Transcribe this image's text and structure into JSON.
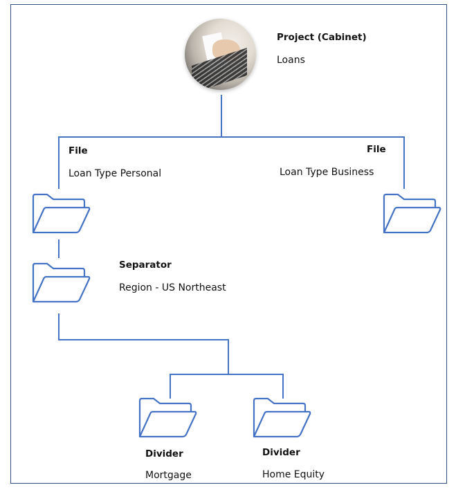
{
  "diagram": {
    "root": {
      "title": "Project (Cabinet)",
      "subtitle": "Loans",
      "icon": "photo-avatar"
    },
    "level1": [
      {
        "title": "File",
        "subtitle": "Loan Type Personal",
        "icon": "folder-open-icon"
      },
      {
        "title": "File",
        "subtitle": "Loan Type Business",
        "icon": "folder-open-icon"
      }
    ],
    "level2": {
      "title": "Separator",
      "subtitle": "Region - US Northeast",
      "icon": "folder-open-icon"
    },
    "level3": [
      {
        "title": "Divider",
        "subtitle": "Mortgage",
        "icon": "folder-open-icon"
      },
      {
        "title": "Divider",
        "subtitle": "Home Equity",
        "icon": "folder-open-icon"
      }
    ],
    "colors": {
      "line": "#4472c4",
      "frame": "#2f4f7f",
      "folder": "#4472c4"
    }
  }
}
